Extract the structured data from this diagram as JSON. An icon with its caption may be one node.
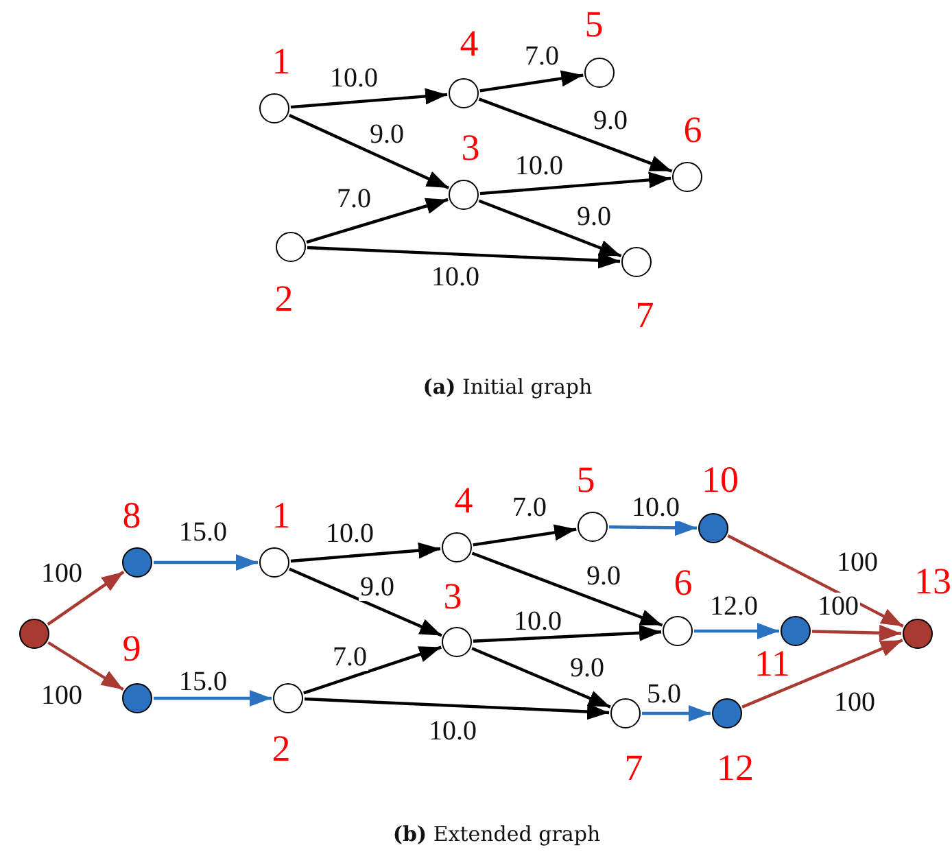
{
  "diagram": {
    "nodes": [
      {
        "text": [],
        "shape": "circle",
        "beside": [
          "1"
        ]
      },
      {
        "text": [],
        "shape": "circle",
        "beside": [
          "4"
        ]
      },
      {
        "text": [],
        "shape": "circle",
        "beside": [
          "5"
        ]
      },
      {
        "text": [],
        "shape": "circle",
        "beside": [
          "3"
        ]
      },
      {
        "text": [],
        "shape": "circle",
        "beside": [
          "6"
        ]
      },
      {
        "text": [],
        "shape": "circle",
        "beside": [
          "2"
        ]
      },
      {
        "text": [],
        "shape": "circle",
        "beside": [
          "7"
        ]
      },
      {
        "text": [],
        "shape": "circle"
      },
      {
        "text": [],
        "shape": "circle",
        "beside": [
          "8"
        ]
      },
      {
        "text": [],
        "shape": "circle",
        "beside": [
          "9"
        ]
      },
      {
        "text": [],
        "shape": "circle",
        "beside": [
          "1"
        ]
      },
      {
        "text": [],
        "shape": "circle",
        "beside": [
          "2"
        ]
      },
      {
        "text": [],
        "shape": "circle",
        "beside": [
          "4"
        ]
      },
      {
        "text": [],
        "shape": "circle",
        "beside": [
          "3"
        ]
      },
      {
        "text": [],
        "shape": "circle",
        "beside": [
          "5"
        ]
      },
      {
        "text": [],
        "shape": "circle",
        "beside": [
          "6"
        ]
      },
      {
        "text": [],
        "shape": "circle",
        "beside": [
          "7"
        ]
      },
      {
        "text": [],
        "shape": "circle",
        "beside": [
          "10"
        ]
      },
      {
        "text": [],
        "shape": "circle",
        "beside": [
          "11"
        ]
      },
      {
        "text": [],
        "shape": "circle",
        "beside": [
          "12"
        ]
      },
      {
        "text": [],
        "shape": "circle",
        "beside": [
          "13"
        ]
      }
    ],
    "edges": [
      {
        "from": 0,
        "to": 1,
        "arrow": "to",
        "label": "10.0"
      },
      {
        "from": 0,
        "to": 3,
        "arrow": "to",
        "label": "9.0"
      },
      {
        "from": 1,
        "to": 2,
        "arrow": "to",
        "label": "7.0"
      },
      {
        "from": 1,
        "to": 4,
        "arrow": "to",
        "label": "9.0"
      },
      {
        "from": 3,
        "to": 4,
        "arrow": "to",
        "label": "10.0"
      },
      {
        "from": 5,
        "to": 3,
        "arrow": "to",
        "label": "7.0"
      },
      {
        "from": 3,
        "to": 6,
        "arrow": "to",
        "label": "9.0"
      },
      {
        "from": 5,
        "to": 6,
        "arrow": "to",
        "label": "10.0"
      },
      {
        "from": 7,
        "to": 8,
        "arrow": "to",
        "label": "100",
        "color": "#a83a32"
      },
      {
        "from": 7,
        "to": 9,
        "arrow": "to",
        "label": "100",
        "color": "#a83a32"
      },
      {
        "from": 8,
        "to": 10,
        "arrow": "to",
        "label": "15.0",
        "color": "#2a72bf"
      },
      {
        "from": 9,
        "to": 11,
        "arrow": "to",
        "label": "15.0",
        "color": "#2a72bf"
      },
      {
        "from": 10,
        "to": 12,
        "arrow": "to",
        "label": "10.0"
      },
      {
        "from": 10,
        "to": 13,
        "arrow": "to",
        "label": "9.0"
      },
      {
        "from": 11,
        "to": 13,
        "arrow": "to",
        "label": "7.0"
      },
      {
        "from": 11,
        "to": 16,
        "arrow": "to",
        "label": "10.0"
      },
      {
        "from": 12,
        "to": 14,
        "arrow": "to",
        "label": "7.0"
      },
      {
        "from": 12,
        "to": 15,
        "arrow": "to",
        "label": "9.0"
      },
      {
        "from": 13,
        "to": 15,
        "arrow": "to",
        "label": "10.0"
      },
      {
        "from": 13,
        "to": 16,
        "arrow": "to",
        "label": "9.0"
      },
      {
        "from": 14,
        "to": 17,
        "arrow": "to",
        "label": "10.0",
        "color": "#2a72bf"
      },
      {
        "from": 15,
        "to": 18,
        "arrow": "to",
        "label": "12.0",
        "color": "#2a72bf"
      },
      {
        "from": 16,
        "to": 19,
        "arrow": "to",
        "label": "5.0",
        "color": "#2a72bf"
      },
      {
        "from": 17,
        "to": 20,
        "arrow": "to",
        "label": "100",
        "color": "#a83a32"
      },
      {
        "from": 18,
        "to": 20,
        "arrow": "to",
        "label": "100",
        "color": "#a83a32"
      },
      {
        "from": 19,
        "to": 20,
        "arrow": "to",
        "label": "100",
        "color": "#a83a32"
      }
    ],
    "labels": [
      "**(a)** Initial graph",
      "**(b)** Extended graph"
    ]
  }
}
